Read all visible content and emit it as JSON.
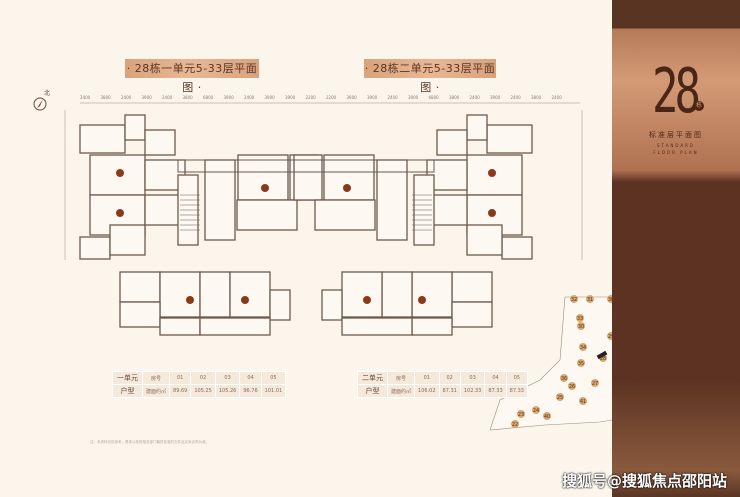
{
  "titles": {
    "unit1": "· 28栋一单元5-33层平面图 ·",
    "unit2": "· 28栋二单元5-33层平面图 ·"
  },
  "compass": {
    "label": "北"
  },
  "dimensions_top": [
    "2400",
    "3800",
    "2400",
    "3900",
    "2400",
    "3800",
    "6800",
    "3900",
    "2400",
    "3900",
    "3900",
    "2200",
    "2200",
    "3900",
    "3900",
    "2400",
    "3900",
    "6800",
    "3800",
    "2400",
    "3900",
    "2400",
    "3800",
    "2400"
  ],
  "table_unit1": {
    "label1": "一单元",
    "label2": "户型",
    "header_no": "房号",
    "header_area": "建面约㎡",
    "numbers": [
      "01",
      "02",
      "03",
      "04",
      "05"
    ],
    "areas": [
      "89.69",
      "105.25",
      "105.26",
      "96.76",
      "101.01"
    ]
  },
  "table_unit2": {
    "label1": "二单元",
    "label2": "户型",
    "header_no": "房号",
    "header_area": "建面约㎡",
    "numbers": [
      "01",
      "02",
      "03",
      "04",
      "05"
    ],
    "areas": [
      "106.02",
      "87.31",
      "102.33",
      "87.33",
      "87.33"
    ]
  },
  "panel": {
    "building_number": "28",
    "badge": "栋",
    "title": "标准层平面图",
    "subtitle1": "STANDARD",
    "subtitle2": "FLOOR PLAN"
  },
  "site_map": {
    "buildings": [
      "32",
      "31",
      "30",
      "33",
      "30",
      "29",
      "34",
      "28",
      "35",
      "36",
      "26",
      "27",
      "25",
      "41",
      "23",
      "24",
      "40",
      "22"
    ]
  },
  "footnote": "注：本资料仅供参考，具体以政府相关部门最终批准的文件及买卖合同为准。",
  "watermark": "搜狐号@搜狐焦点邵阳站",
  "colors": {
    "accent": "#d9a27c",
    "dark": "#5a3422",
    "wall": "#6b5a4e",
    "marker": "#8a3a1a"
  }
}
